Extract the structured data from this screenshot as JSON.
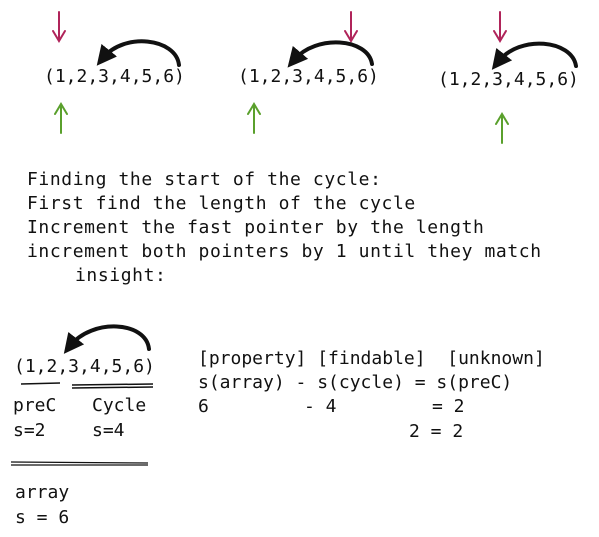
{
  "colors": {
    "ink": "#111111",
    "slow_pointer": "#b0245a",
    "fast_pointer": "#5aa02c"
  },
  "examples": [
    {
      "tuple": "(1,2,3,4,5,6)"
    },
    {
      "tuple": "(1,2,3,4,5,6)"
    },
    {
      "tuple": "(1,2,3,4,5,6)"
    }
  ],
  "notes": {
    "line1": "Finding the start of the cycle:",
    "line2": "First find the length of the cycle",
    "line3": "Increment the fast pointer by the length",
    "line4": "increment both pointers by 1 until they match",
    "line5": "insight:"
  },
  "insight": {
    "tuple": "(1,2,3,4,5,6)",
    "prec_label": "preC",
    "prec_size": "s=2",
    "cycle_label": "Cycle",
    "cycle_size": "s=4",
    "array_label": "array",
    "array_size": "s = 6"
  },
  "equation": {
    "header": "[property] [findable]  [unknown]",
    "row1": "s(array) - s(cycle) = s(preC)",
    "row2_a": "6",
    "row2_b": "- 4",
    "row2_c": "= 2",
    "row3": "2 = 2"
  }
}
